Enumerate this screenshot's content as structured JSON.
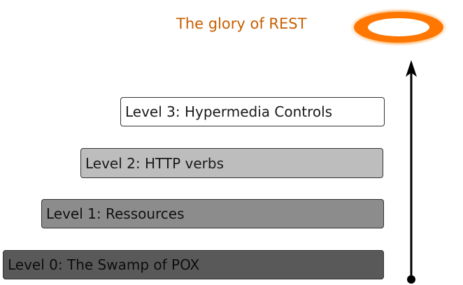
{
  "header": {
    "title": "The glory of REST",
    "title_color": "#c85f00",
    "halo_color": "#ff7700",
    "halo_icon": "halo-icon"
  },
  "levels": [
    {
      "label": "Level 3: Hypermedia Controls",
      "fill": "#ffffff"
    },
    {
      "label": "Level 2: HTTP verbs",
      "fill": "#bdbdbd"
    },
    {
      "label": "Level 1: Ressources",
      "fill": "#8c8c8c"
    },
    {
      "label": "Level 0: The Swamp of POX",
      "fill": "#595959"
    }
  ],
  "arrow": {
    "icon": "up-arrow-icon",
    "color": "#000000"
  }
}
